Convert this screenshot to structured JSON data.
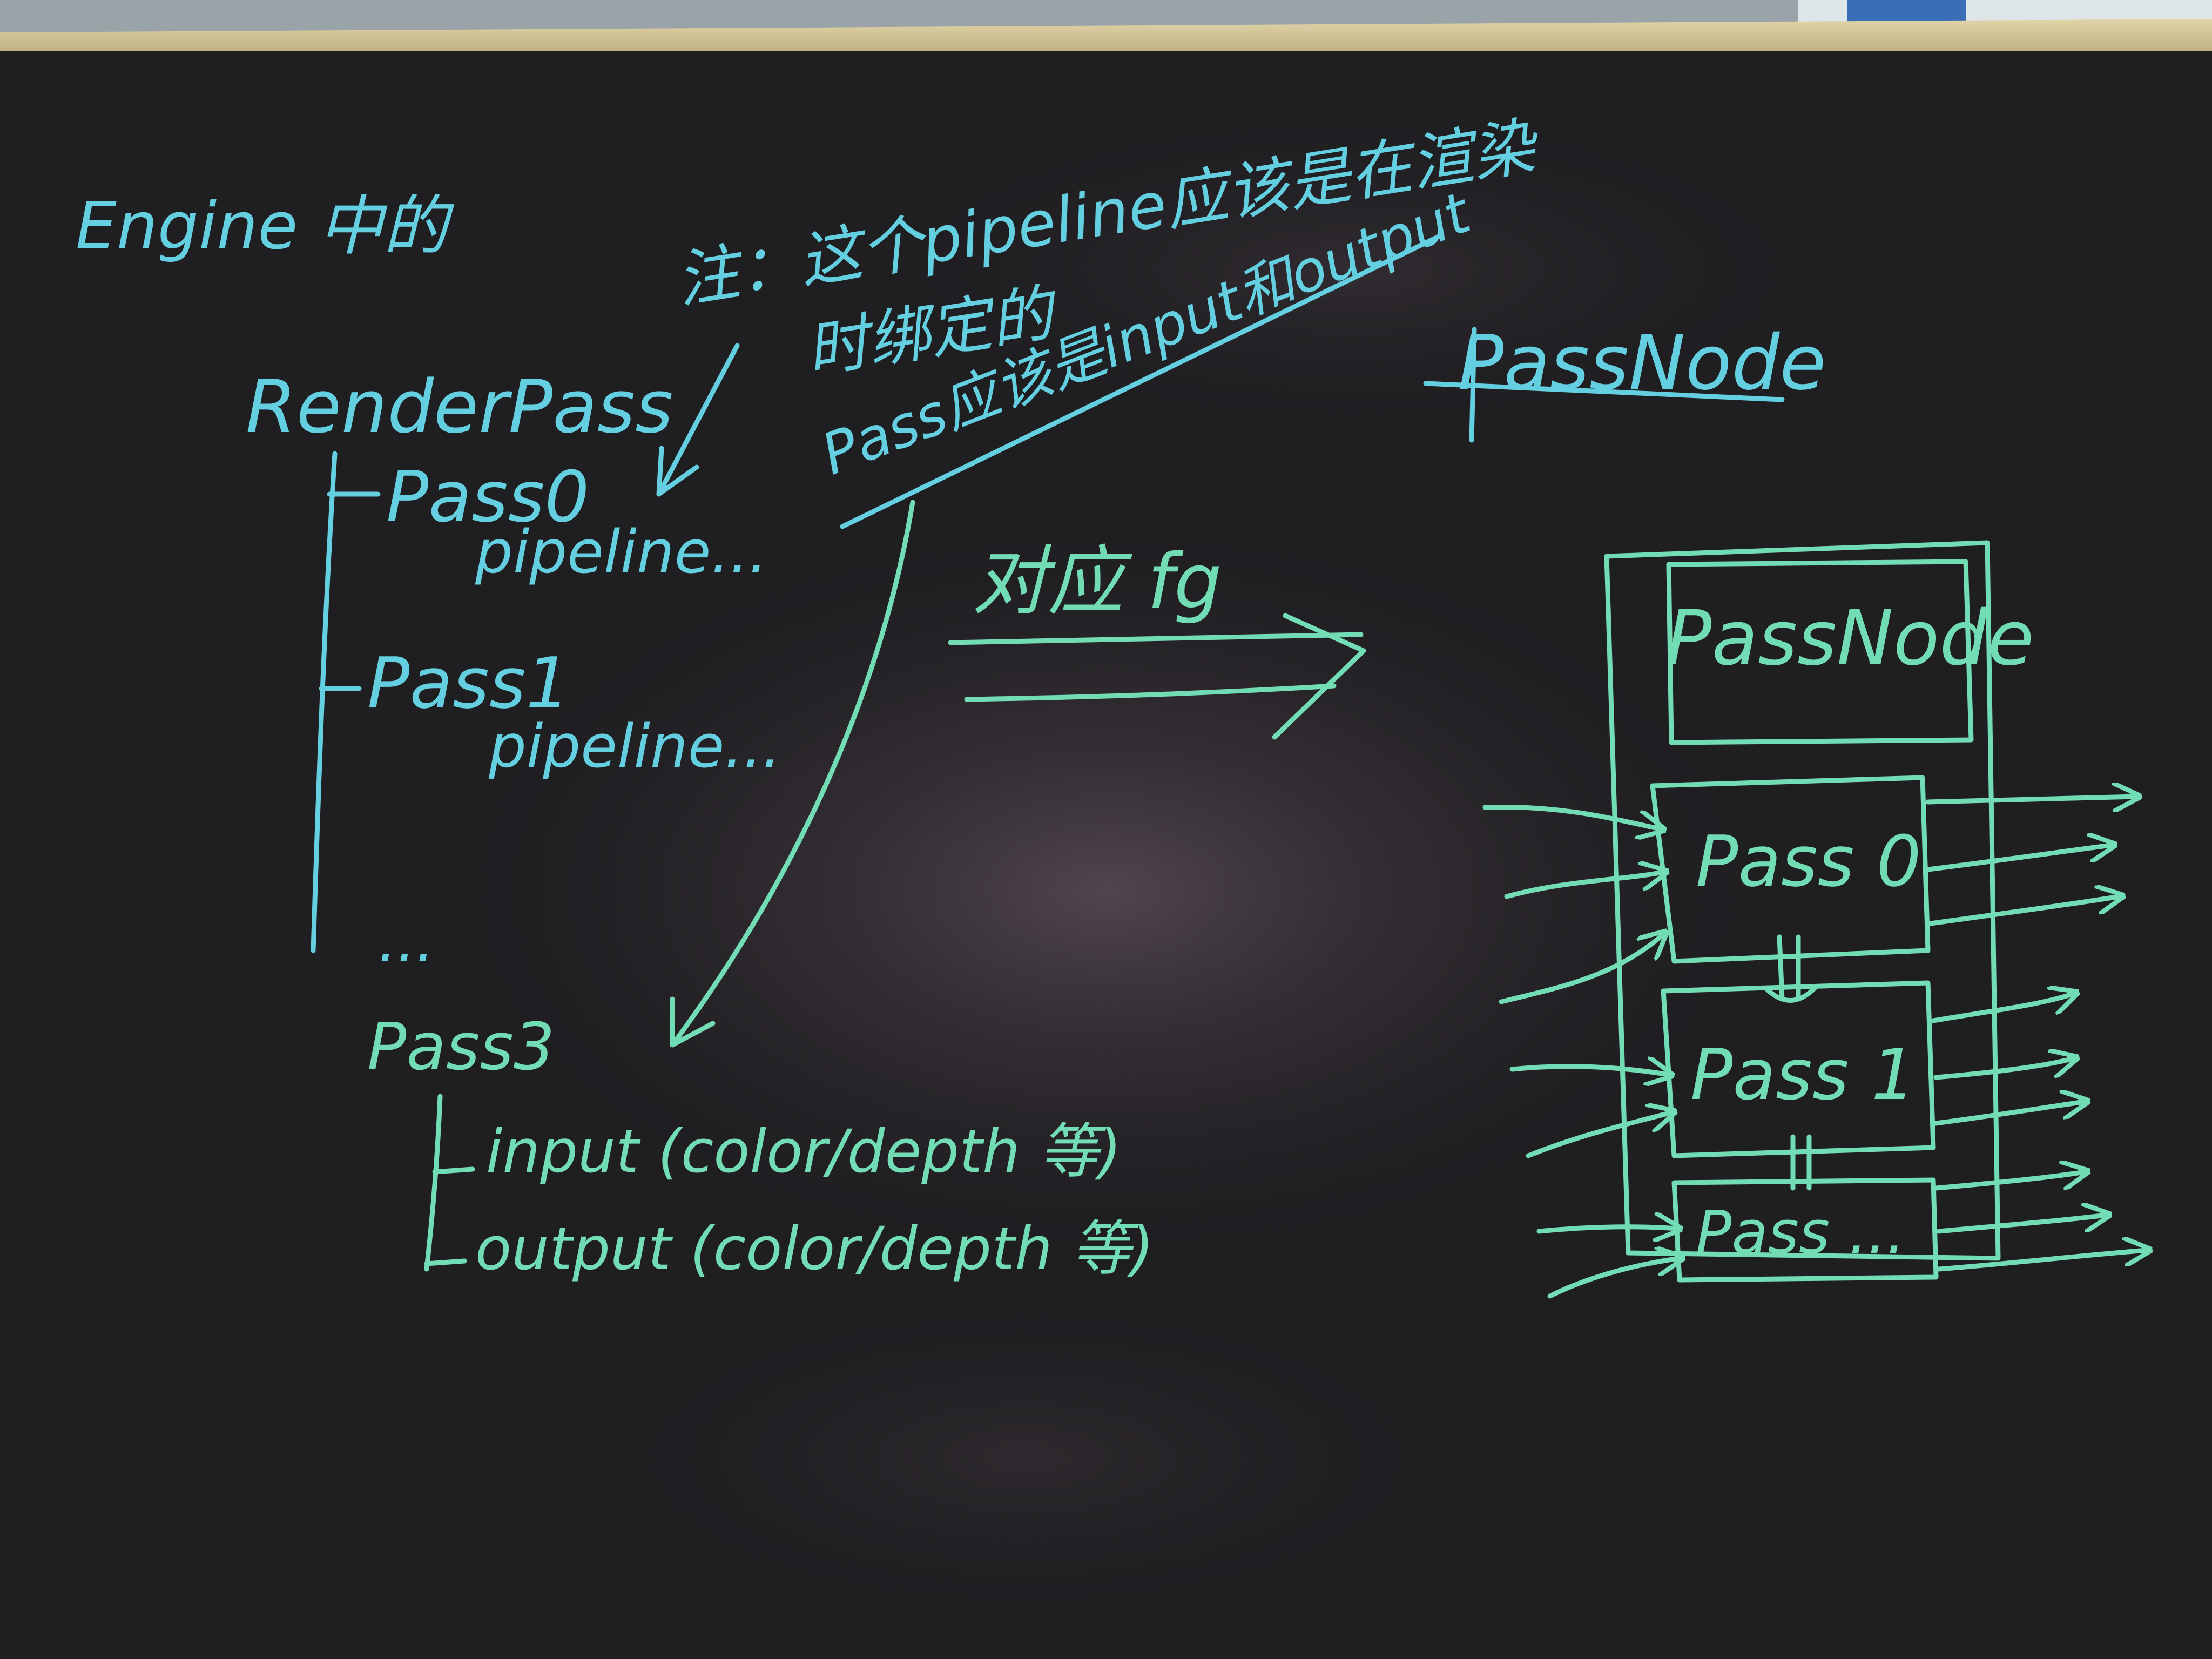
{
  "board": {
    "frame_color": "#c9b98a",
    "surface_color": "#1f1e21",
    "chalk_cyan": "#63cfe0",
    "chalk_green": "#72dcb5"
  },
  "notes": {
    "engine_heading": "Engine 中的",
    "note_line1": "注：这个pipeline应该是在渲染",
    "note_line2": "时绑定的",
    "note_line3": "Pass应该是input和output",
    "render_pass": "RenderPass",
    "pass0": "Pass0",
    "pass0_pipeline": "pipeline...",
    "pass1": "Pass1",
    "pass1_pipeline": "pipeline...",
    "dots": "...",
    "pass3": "Pass3",
    "input_line": "input (color/depth 等)",
    "output_line": "output (color/depth 等)",
    "map_label": "对应 fg",
    "passnode_struck": "PassNode",
    "box_title": "PassNode",
    "box_pass0": "Pass 0",
    "box_pass1": "Pass 1",
    "box_pass_more": "Pass ..."
  }
}
